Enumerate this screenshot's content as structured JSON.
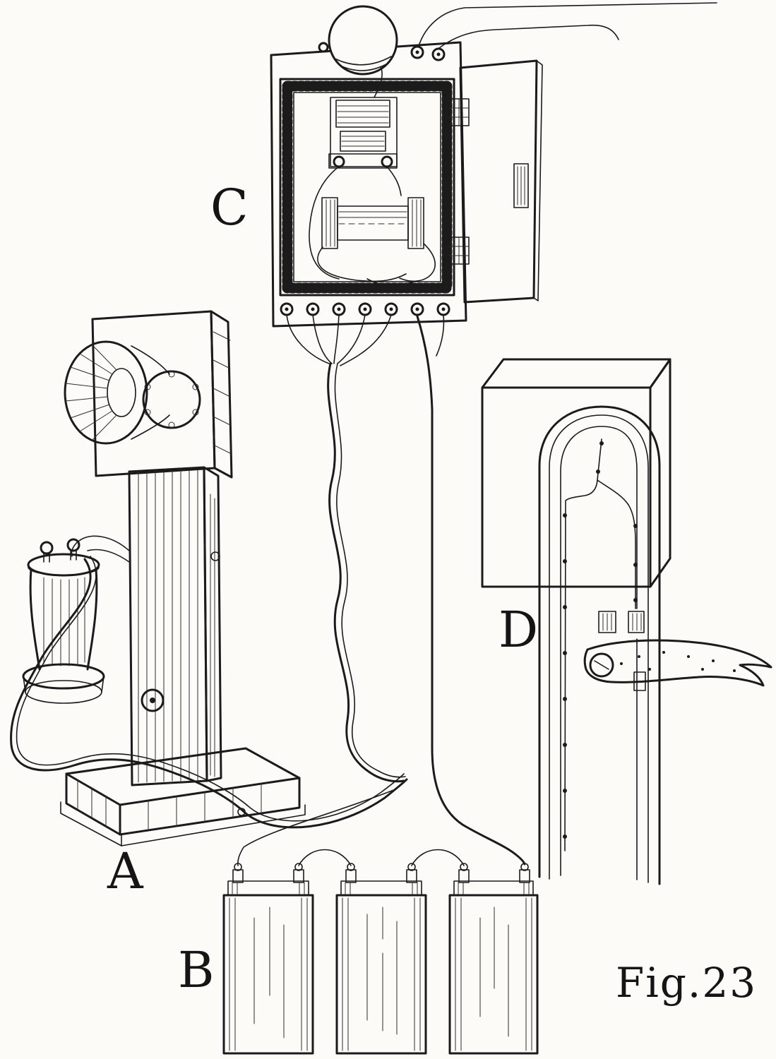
{
  "figure": {
    "caption": "Fig.23",
    "background": "#fcfbf7",
    "ink": "#1b1b1b",
    "parts": [
      {
        "id": "desk-telephone",
        "label": "A"
      },
      {
        "id": "battery-cells",
        "label": "B"
      },
      {
        "id": "ringer-induction-box",
        "label": "C"
      },
      {
        "id": "receiver-hook-detail",
        "label": "D"
      }
    ]
  }
}
